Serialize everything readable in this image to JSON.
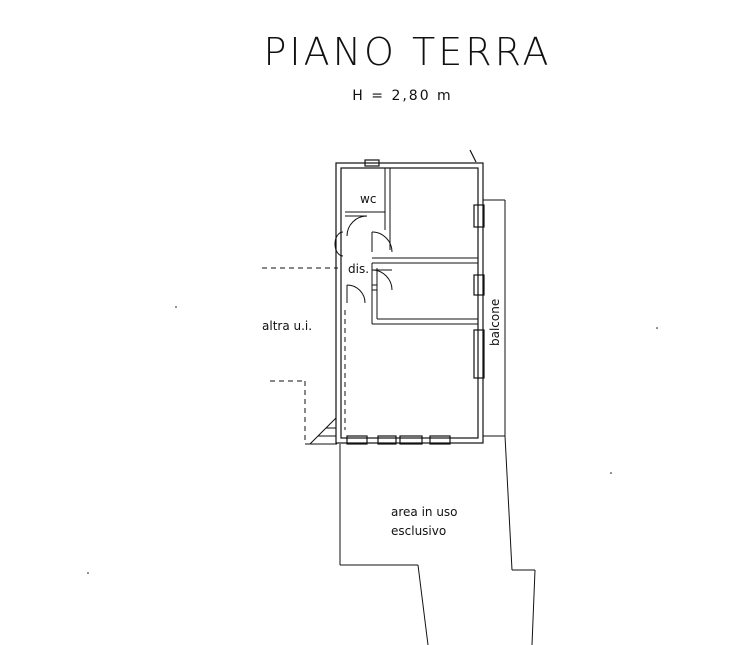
{
  "header": {
    "title": "PIANO TERRA",
    "height": "H = 2,80 m"
  },
  "rooms": {
    "wc": "wc",
    "dis": "dis.",
    "balcone": "balcone",
    "altra_ui": "altra u.i.",
    "area_line1": "area in uso",
    "area_line2": "esclusivo"
  }
}
